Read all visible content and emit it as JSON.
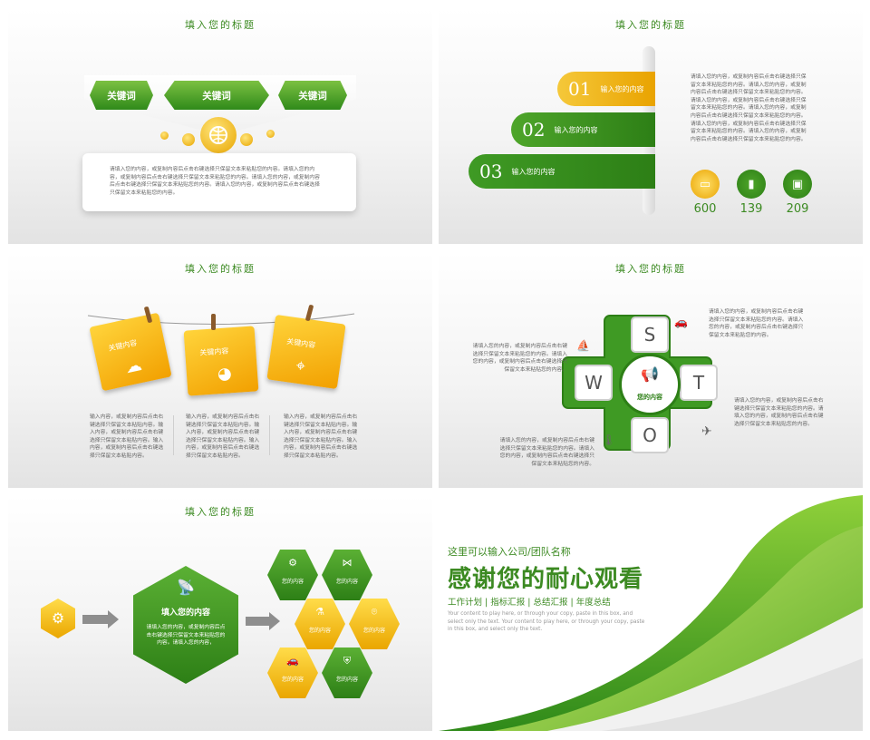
{
  "slide_title": "填入您的标题",
  "slide1": {
    "tags": [
      "关键词",
      "关键词",
      "关键词"
    ],
    "body": "请填入您的内容，或复制内容后点击右键选择只保留文本来粘贴您的内容。请填入您的内容，或复制内容后点击右键选择只保留文本来粘贴您的内容。请填入您的内容，或复制内容后点击右键选择只保留文本来粘贴您的内容。请填入您的内容，或复制内容后点击右键选择只保留文本来粘贴您的内容。"
  },
  "slide2": {
    "ribbons": [
      {
        "num": "01",
        "label": "输入您的内容"
      },
      {
        "num": "02",
        "label": "输入您的内容"
      },
      {
        "num": "03",
        "label": "输入您的内容"
      }
    ],
    "body": "请填入您的内容，或复制内容后点击右键选择只保留文本来粘贴您的内容。请填入您的内容，或复制内容后点击右键选择只保留文本来粘贴您的内容。请填入您的内容，或复制内容后点击右键选择只保留文本来粘贴您的内容。请填入您的内容，或复制内容后点击右键选择只保留文本来粘贴您的内容。请填入您的内容，或复制内容后点击右键选择只保留文本来粘贴您的内容。请填入您的内容，或复制内容后点击右键选择只保留文本来粘贴您的内容。",
    "stats": [
      "600",
      "139",
      "209"
    ]
  },
  "slide3": {
    "notes": [
      "关键内容",
      "关键内容",
      "关键内容"
    ],
    "texts": [
      "输入内容，或复制内容后点击右键选择只保留文本粘贴内容。输入内容，或复制内容后点击右键选择只保留文本粘贴内容。输入内容，或复制内容后点击右键选择只保留文本粘贴内容。",
      "输入内容，或复制内容后点击右键选择只保留文本粘贴内容。输入内容，或复制内容后点击右键选择只保留文本粘贴内容。输入内容，或复制内容后点击右键选择只保留文本粘贴内容。",
      "输入内容，或复制内容后点击右键选择只保留文本粘贴内容。输入内容，或复制内容后点击右键选择只保留文本粘贴内容。输入内容，或复制内容后点击右键选择只保留文本粘贴内容。"
    ]
  },
  "slide4": {
    "letters": {
      "s": "S",
      "w": "W",
      "t": "T",
      "o": "O"
    },
    "center": "您的内容",
    "text_tr": "请填入您的内容，或复制内容后点击右键选择只保留文本来粘贴您的内容。请填入您的内容，或复制内容后点击右键选择只保留文本来粘贴您的内容。",
    "text_l": "请填入您的内容，或复制内容后点击右键选择只保留文本来粘贴您的内容。请填入您的内容，或复制内容后点击右键选择只保留文本来粘贴您的内容。",
    "text_r": "请填入您的内容，或复制内容后点击右键选择只保留文本来粘贴您的内容。请填入您的内容，或复制内容后点击右键选择只保留文本来粘贴您的内容。",
    "text_bl": "请填入您的内容，或复制内容后点击右键选择只保留文本来粘贴您的内容。请填入您的内容，或复制内容后点击右键选择只保留文本来粘贴您的内容。"
  },
  "slide5": {
    "main_title": "填入您的内容",
    "main_body": "请填入您的内容，或复制内容后点击右键选择只保留文本来粘贴您的内容。请填入您的内容，",
    "small_labels": [
      "您的内容",
      "您的内容",
      "您的内容",
      "您的内容",
      "您的内容",
      "您的内容"
    ]
  },
  "slide6": {
    "company": "这里可以输入公司/团队名称",
    "thanks": "感谢您的耐心观看",
    "subtitle": "工作计划 | 指标汇报 | 总结汇报 | 年度总结",
    "english": "Your content to play here, or through your copy, paste in this box, and select only the text. Your content to play here, or through your copy, paste in this box, and select only the text."
  },
  "colors": {
    "green": "#3c8a22",
    "light_green": "#7cc142",
    "yellow": "#f2b400"
  }
}
